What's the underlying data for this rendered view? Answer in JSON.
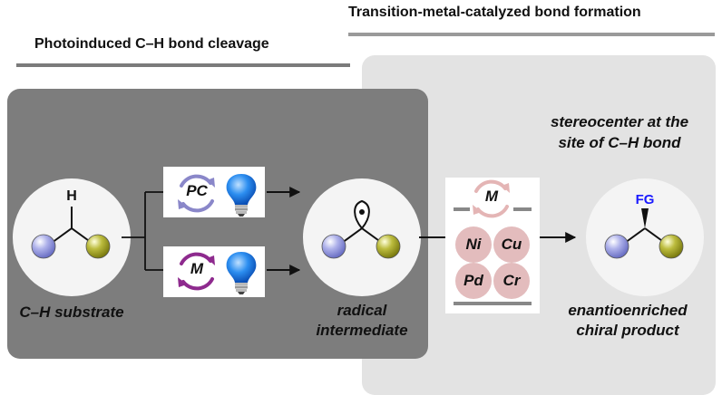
{
  "headers": {
    "transition": "Transition-metal-catalyzed bond formation",
    "photo": "Photoinduced C–H bond cleavage"
  },
  "labels": {
    "substrate": "C–H substrate",
    "radical_line1": "radical",
    "radical_line2": "intermediate",
    "product_line1": "enantioenriched",
    "product_line2": "chiral product",
    "stereo_line1": "stereocenter at the",
    "stereo_line2": "site of C–H bond"
  },
  "catalysts": {
    "pc": "PC",
    "m": "M",
    "metal_m": "M",
    "metals": [
      "Ni",
      "Cu",
      "Pd",
      "Cr"
    ]
  },
  "atoms": {
    "h": "H",
    "fg": "FG"
  },
  "colors": {
    "sphere_blue": "#8f93d6",
    "sphere_olive": "#a2a222",
    "cycle_pc": "#8a87c9",
    "cycle_m": "#8e2a8e",
    "cycle_metal": "#e4b5b5",
    "fg_blue": "#1a1aff"
  }
}
